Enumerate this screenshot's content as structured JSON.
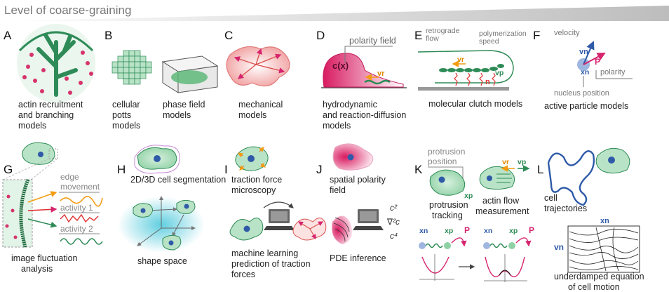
{
  "header": {
    "title": "Level of coarse-graining"
  },
  "panels": {
    "A": {
      "letter": "A",
      "caption": [
        "actin recruitment",
        "and branching",
        "models"
      ]
    },
    "B": {
      "letter": "B",
      "caption1": [
        "cellular",
        "potts",
        "models"
      ],
      "caption2": [
        "phase field",
        "models"
      ]
    },
    "C": {
      "letter": "C",
      "caption": [
        "mechanical",
        "models"
      ]
    },
    "D": {
      "letter": "D",
      "label_field": "polarity field",
      "label_c": "c(x)",
      "label_vr": "vr",
      "caption": [
        "hydrodynamic",
        "and reaction-diffusion",
        "models"
      ]
    },
    "E": {
      "letter": "E",
      "label_retro": [
        "retrograde",
        "flow"
      ],
      "label_poly": [
        "polymerization",
        "speed"
      ],
      "label_vr": "vr",
      "label_vp": "vp",
      "label_n": "n",
      "caption": [
        "molecular clutch models"
      ]
    },
    "F": {
      "letter": "F",
      "label_velocity": "velocity",
      "label_vn": "vn",
      "label_p": "P",
      "label_xn": "xn",
      "label_polarity": "polarity",
      "label_nucleus": "nucleus position",
      "caption": [
        "active particle models"
      ]
    },
    "G": {
      "letter": "G",
      "label_edge": [
        "edge",
        "movement"
      ],
      "label_act1": "activity 1",
      "label_act2": "activity 2",
      "caption": [
        "image fluctuation",
        "analysis"
      ]
    },
    "H": {
      "letter": "H",
      "caption1": [
        "2D/3D cell segmentation"
      ],
      "caption2": [
        "shape space"
      ]
    },
    "I": {
      "letter": "I",
      "caption1": [
        "traction force",
        "microscopy"
      ],
      "caption2": [
        "machine learning",
        "prediction of traction",
        "forces"
      ]
    },
    "J": {
      "letter": "J",
      "caption1": [
        "spatial polarity",
        "field"
      ],
      "caption2": [
        "PDE inference"
      ],
      "eq1": "c²",
      "eq2": "∇²c",
      "eq3": "c⁴"
    },
    "K": {
      "letter": "K",
      "label_protrusion": [
        "protrusion",
        "position"
      ],
      "label_xp": "xp",
      "label_vr": "vr",
      "label_vp": "vp",
      "caption1": [
        "protrusion",
        "tracking"
      ],
      "caption2": [
        "actin flow",
        "measurement"
      ],
      "label_xn": "xn",
      "label_p": "P"
    },
    "L": {
      "letter": "L",
      "caption1": [
        "cell",
        "trajectories"
      ],
      "label_vn": "vn",
      "label_xn": "xn",
      "caption2": [
        "underdamped equation",
        "of cell motion"
      ]
    }
  },
  "colors": {
    "green": "#2e8b57",
    "lightgreen": "#b9e3c6",
    "pink": "#d6336c",
    "orange": "#f39c12",
    "red": "#e03030",
    "blue": "#2f5aa8",
    "grey": "#7a7a7a",
    "magenta": "#d6246e"
  }
}
